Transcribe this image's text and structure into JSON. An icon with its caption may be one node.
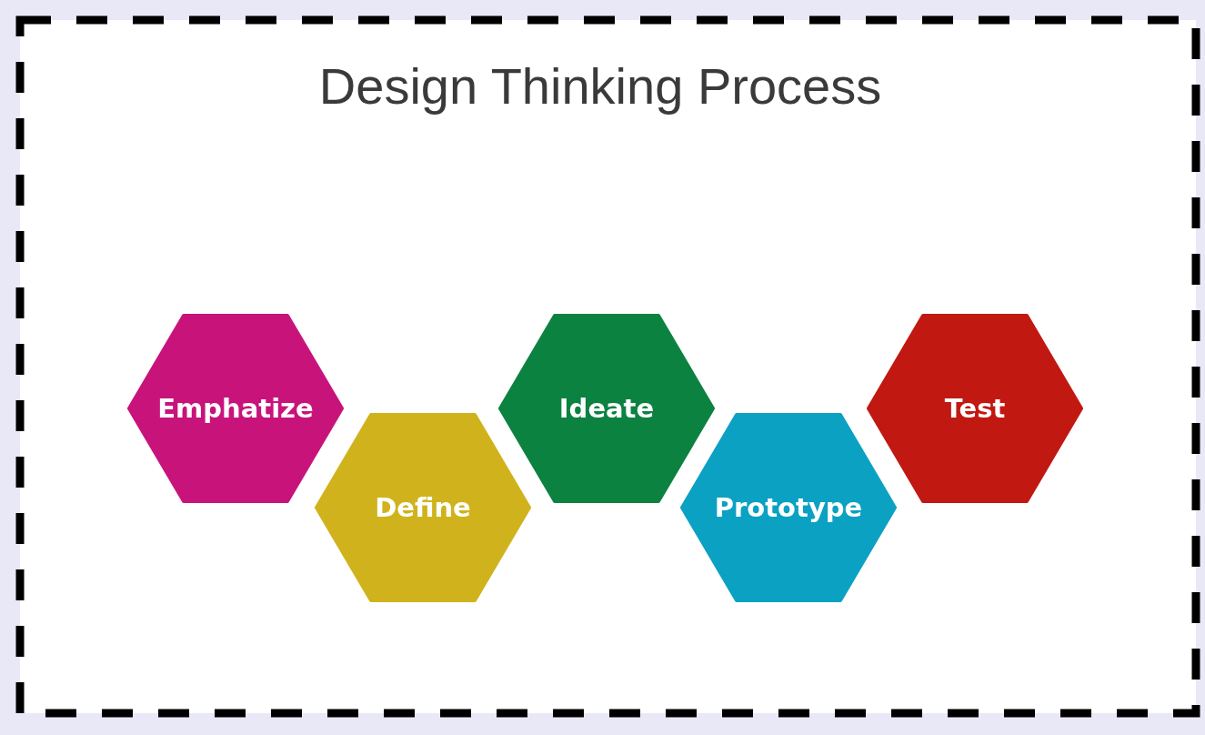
{
  "diagram": {
    "title": "Design Thinking Process",
    "nodes": [
      {
        "text": [
          "Emphatize"
        ]
      },
      {
        "text": [
          "Define"
        ]
      },
      {
        "text": [
          "Ideate"
        ]
      },
      {
        "text": [
          "Prototype"
        ]
      },
      {
        "text": [
          "Test"
        ]
      }
    ]
  }
}
